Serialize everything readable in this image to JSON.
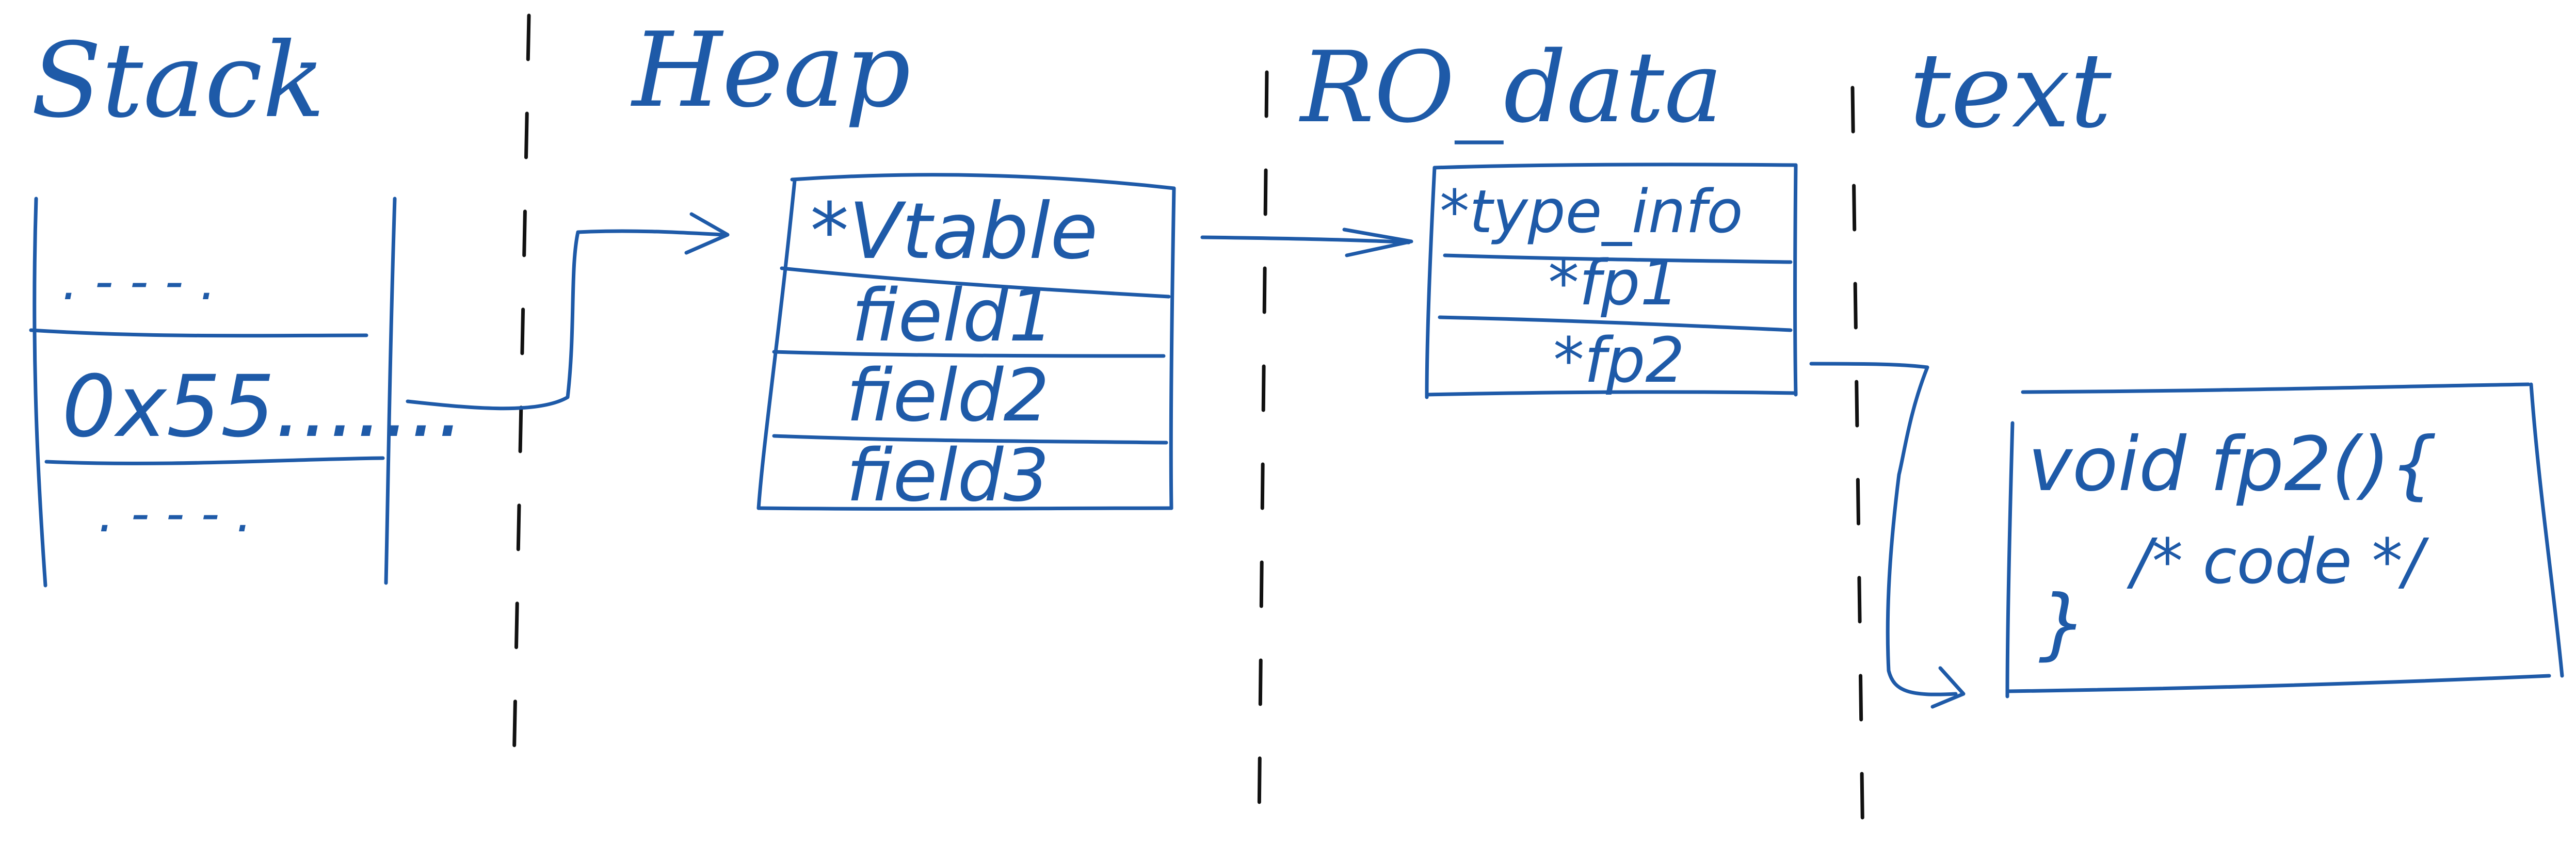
{
  "ink_color": "#1e5aa8",
  "divider_color": "#111111",
  "sections": {
    "stack": "Stack",
    "heap": "Heap",
    "ro_data": "RO_data",
    "text": "text"
  },
  "stack_frame": {
    "slot_top": ". - - - .",
    "slot_address": "0x55.......",
    "slot_bottom": ". - - - ."
  },
  "heap_object": {
    "vtable_ptr": "*Vtable",
    "field1": "field1",
    "field2": "field2",
    "field3": "field3"
  },
  "vtable": {
    "type_info": "*type_info",
    "fp1": "*fp1",
    "fp2": "*fp2"
  },
  "function": {
    "signature": "void   fp2(){",
    "body": "/* code */",
    "close": "}"
  }
}
